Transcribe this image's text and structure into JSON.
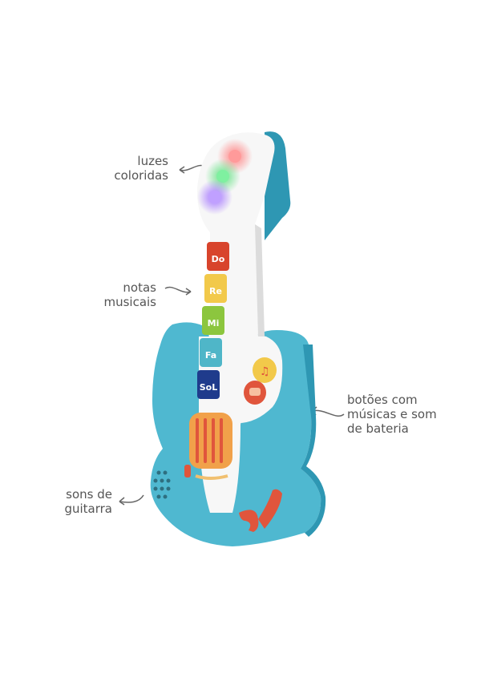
{
  "labels": {
    "lights": [
      "luzes",
      "coloridas"
    ],
    "notes": [
      "notas",
      "musicais"
    ],
    "buttons": [
      "botões com",
      "músicas e som",
      "de bateria"
    ],
    "guitar": [
      "sons de",
      "guitarra"
    ]
  },
  "keys": [
    {
      "note": "Do",
      "color": "#d8442c"
    },
    {
      "note": "Re",
      "color": "#f2c94a"
    },
    {
      "note": "Mi",
      "color": "#8cc63e"
    },
    {
      "note": "Fa",
      "color": "#4fb6c8"
    },
    {
      "note": "SoL",
      "color": "#1f3b8c"
    }
  ],
  "colors": {
    "body": "#4fb8d0",
    "body_dark": "#2e97b3",
    "neck": "#f7f7f7",
    "accent": "#e0553c",
    "grille": "#f1a14a",
    "text": "#555555"
  },
  "icons": [
    "led-red",
    "led-green",
    "led-purple",
    "speaker-holes",
    "drum-button",
    "music-button",
    "whammy-bar"
  ]
}
